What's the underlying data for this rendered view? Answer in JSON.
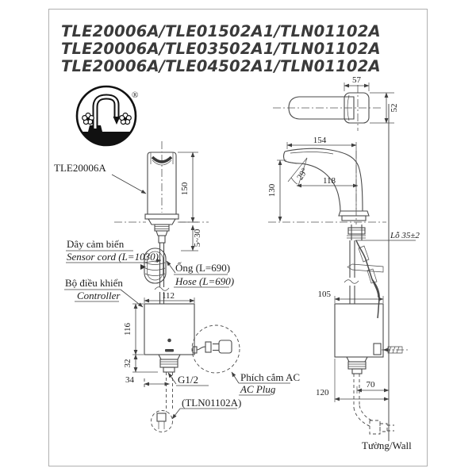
{
  "title": {
    "lines": [
      "TLE20006A/TLE01502A1/TLN01102A",
      "TLE20006A/TLE03502A1/TLN01102A",
      "TLE20006A/TLE04502A1/TLN01102A"
    ]
  },
  "logo": {
    "registered_mark": "®"
  },
  "front_view": {
    "product_code": "TLE20006A",
    "sensor_cord_vi": "Dây cảm biến",
    "sensor_cord_en": "Sensor cord (L=1030)",
    "hose_vi": "Ống (L=690)",
    "hose_en": "Hose (L=690)",
    "controller_vi": "Bộ điều khiển",
    "controller_en": "Controller",
    "thread_label": "G1/2",
    "supply_code": "(TLN01102A)",
    "ac_plug_vi": "Phích cắm AC",
    "ac_plug_en": "AC Plug",
    "dim_height": "150",
    "dim_deck": "5~30",
    "dim_box_width": "112",
    "dim_box_height": "116",
    "dim_shank": "32",
    "dim_offset": "34"
  },
  "side_view": {
    "dim_head_width": "57",
    "dim_head_depth": "52",
    "dim_length": "154",
    "dim_angle": "29°",
    "dim_reach": "118",
    "dim_height": "130",
    "hole_label": "Lỗ 35±2",
    "dim_box_depth": "105",
    "dim_wall_near": "70",
    "dim_wall_far": "120",
    "wall_label": "Tường/Wall"
  },
  "colors": {
    "line": "#4a4a4a",
    "frame": "#b0b0b0",
    "text": "#1c1c1c",
    "logo": "#111111"
  }
}
